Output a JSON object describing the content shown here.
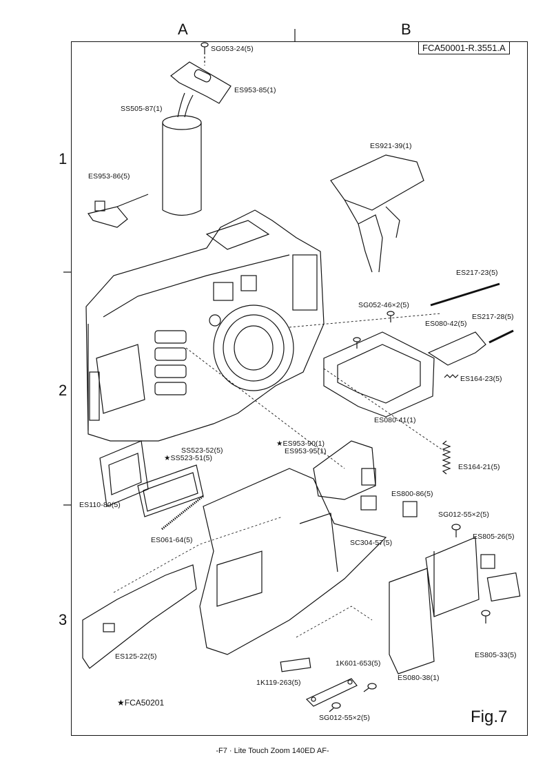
{
  "header": {
    "col_a": "A",
    "col_b": "B",
    "doc_id": "FCA50001-R.3551.A"
  },
  "rows": [
    "1",
    "2",
    "3"
  ],
  "parts": [
    {
      "id": "sg053",
      "label": "SG053-24(5)"
    },
    {
      "id": "es953_85",
      "label": "ES953-85(1)"
    },
    {
      "id": "ss505",
      "label": "SS505-87(1)"
    },
    {
      "id": "es953_86",
      "label": "ES953-86(5)"
    },
    {
      "id": "es921",
      "label": "ES921-39(1)"
    },
    {
      "id": "es217_23",
      "label": "ES217-23(5)"
    },
    {
      "id": "sg052",
      "label": "SG052-46×2(5)"
    },
    {
      "id": "es080_42",
      "label": "ES080-42(5)"
    },
    {
      "id": "es217_28",
      "label": "ES217-28(5)"
    },
    {
      "id": "es164_23",
      "label": "ES164-23(5)"
    },
    {
      "id": "es080_41",
      "label": "ES080-41(1)"
    },
    {
      "id": "ss523_52",
      "label": "SS523-52(5)"
    },
    {
      "id": "ss523_51",
      "label": "★SS523-51(5)"
    },
    {
      "id": "es953_90",
      "label": "★ES953-90(1)"
    },
    {
      "id": "es953_95",
      "label": "ES953-95(1)"
    },
    {
      "id": "es164_21",
      "label": "ES164-21(5)"
    },
    {
      "id": "es110",
      "label": "ES110-80(5)"
    },
    {
      "id": "es800",
      "label": "ES800-86(5)"
    },
    {
      "id": "sg012_a",
      "label": "SG012-55×2(5)"
    },
    {
      "id": "es805_26",
      "label": "ES805-26(5)"
    },
    {
      "id": "es061",
      "label": "ES061-64(5)"
    },
    {
      "id": "sc304",
      "label": "SC304-57(5)"
    },
    {
      "id": "es125",
      "label": "ES125-22(5)"
    },
    {
      "id": "es805_33",
      "label": "ES805-33(5)"
    },
    {
      "id": "1k601",
      "label": "1K601-653(5)"
    },
    {
      "id": "1k119",
      "label": "1K119-263(5)"
    },
    {
      "id": "es080_38",
      "label": "ES080-38(1)"
    },
    {
      "id": "sg012_b",
      "label": "SG012-55×2(5)"
    }
  ],
  "legend": "★FCA50201",
  "figure_label": "Fig.7",
  "footer": "-F7 · Lite Touch Zoom 140ED AF-"
}
